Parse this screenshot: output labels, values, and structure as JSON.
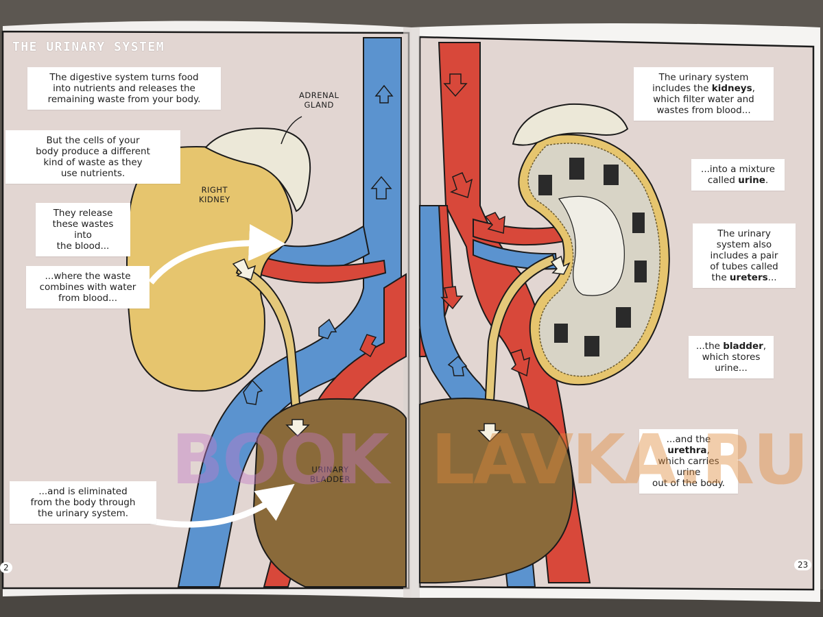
{
  "title": "THE URINARY SYSTEM",
  "labels": {
    "adrenal_gland": [
      "ADRENAL",
      "GLAND"
    ],
    "right_kidney": [
      "RIGHT",
      "KIDNEY"
    ],
    "urinary_bladder": [
      "URINARY",
      "BLADDER"
    ]
  },
  "left_boxes": {
    "digestive": [
      "The digestive system turns food",
      "into nutrients and releases the",
      "remaining waste from your body."
    ],
    "cells": [
      "But the cells of your",
      "body produce a different",
      "kind of waste as they",
      "use nutrients."
    ],
    "release": [
      "They release",
      "these wastes into",
      "the blood..."
    ],
    "combines": [
      "...where the waste",
      "combines with water",
      "from blood..."
    ],
    "eliminated": [
      "...and is eliminated",
      "from the body through",
      "the urinary system."
    ]
  },
  "right_boxes": {
    "kidneys": {
      "l1": "The urinary system",
      "l2_pre": "includes the ",
      "l2_bold": "kidneys",
      "l2_post": ",",
      "l3": "which filter water and",
      "l4": "wastes from blood..."
    },
    "urine": {
      "l1": "...into a mixture",
      "l2_pre": "called ",
      "l2_bold": "urine",
      "l2_post": "."
    },
    "ureters": {
      "l1": "The urinary",
      "l2": "system also",
      "l3": "includes a pair",
      "l4": "of tubes called",
      "l5_pre": "the ",
      "l5_bold": "ureters",
      "l5_post": "..."
    },
    "bladder": {
      "l1_pre": "...the ",
      "l1_bold": "bladder",
      "l1_post": ",",
      "l2": "which stores",
      "l3": "urine..."
    },
    "urethra": {
      "l1_pre": "...and the ",
      "l1_bold": "urethra",
      "l1_post": ",",
      "l2": "which carries urine",
      "l3": "out of the body."
    }
  },
  "page_numbers": {
    "left": "2",
    "right": "23"
  },
  "watermark": {
    "part1": "BOOK",
    "part2": "LAVKA.RU"
  },
  "colors": {
    "page_bg": "#e2d6d2",
    "kidney": "#e6c56e",
    "bladder": "#8a6a3a",
    "vein": "#5b93cf",
    "artery": "#d8483a",
    "adrenal": "#ece8d8",
    "ureter": "#e4c87a"
  }
}
